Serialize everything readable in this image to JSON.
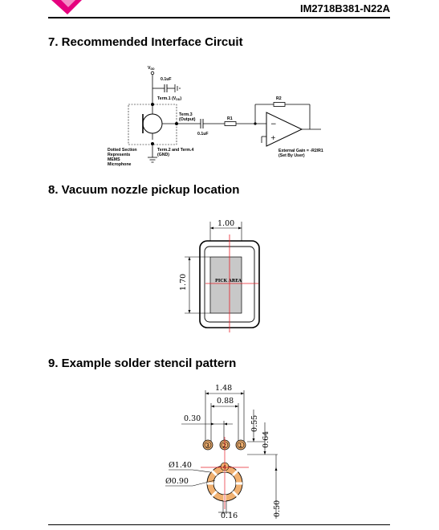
{
  "header": {
    "part_number": "IM2718B381-N22A",
    "brand_color": "#e6007e"
  },
  "sections": {
    "s7": {
      "title": "7. Recommended Interface Circuit"
    },
    "s8": {
      "title": "8. Vacuum nozzle pickup location"
    },
    "s9": {
      "title": "9. Example solder stencil pattern"
    }
  },
  "circuit": {
    "vdd": "V",
    "vdd_sub": "DD",
    "cap_top": "0.1uF",
    "term1": "Term.1 (V",
    "term1_sub": "DD",
    "term1_end": ")",
    "term3_line1": "Term.3",
    "term3_line2": "(Output)",
    "cap_out": "0.1uF",
    "r1": "R1",
    "r2": "R2",
    "minus": "−",
    "plus": "+",
    "dotted_line1": "Dotted Section",
    "dotted_line2": "Represents",
    "dotted_line3": "MEMS",
    "dotted_line4": "Microphone",
    "term24_line1": "Term.2 and Term.4",
    "term24_line2": "(GND)",
    "gain_line1": "External Gain = -R2/R1",
    "gain_line2": "(Set By User)"
  },
  "pickup": {
    "width_label": "1.00",
    "height_label": "1.70",
    "area_label": "PICK AREA",
    "guide_color": "#e8202a",
    "area_color": "#c8c8c8"
  },
  "stencil": {
    "dim_1_48": "1.48",
    "dim_0_88": "0.88",
    "dim_0_30": "0.30",
    "dim_0_55": "0.55",
    "dim_0_64": "0.64",
    "dia_1_40": "Ø1.40",
    "dia_0_90": "Ø0.90",
    "dim_0_16": "0.16",
    "dim_0_50": "0.50",
    "pad_3": "3",
    "pad_2": "2",
    "pad_1": "1",
    "pad_4": "4",
    "pad_color": "#f0b070"
  }
}
